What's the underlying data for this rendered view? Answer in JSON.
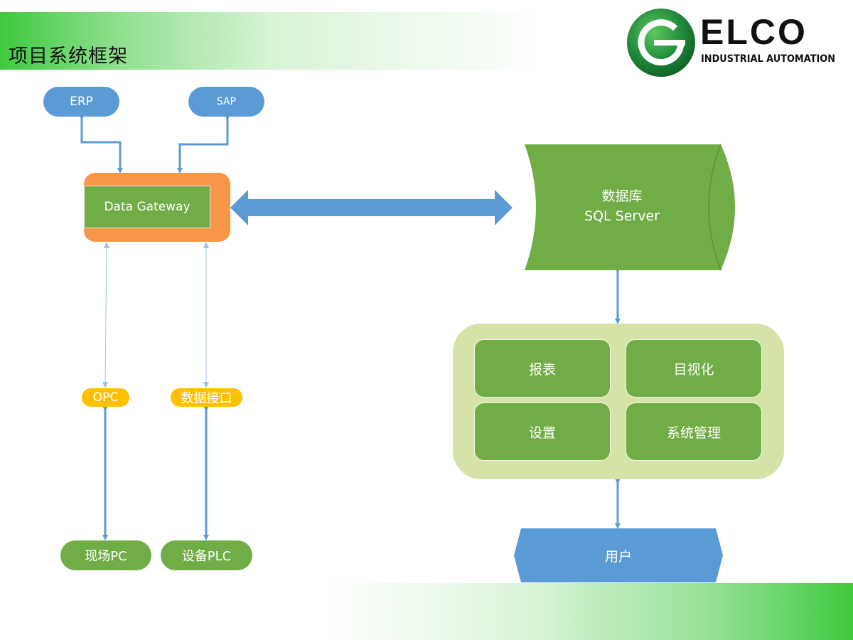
{
  "header": {
    "title": "项目系统框架"
  },
  "logo": {
    "brand": "ELCO",
    "tagline": "INDUSTRIAL AUTOMATION"
  },
  "colors": {
    "blue": "#5b9bd5",
    "green": "#70ad47",
    "orange": "#f79646",
    "yellow": "#ffc000",
    "panel": "#d6e3a8"
  },
  "nodes": {
    "erp": "ERP",
    "sap": "SAP",
    "gateway": "Data Gateway",
    "db_line1": "数据库",
    "db_line2": "SQL Server",
    "opc": "OPC",
    "data_interface": "数据接口",
    "field_pc": "现场PC",
    "device_plc": "设备PLC",
    "report": "报表",
    "visualization": "目视化",
    "settings": "设置",
    "system_management": "系统管理",
    "user": "用户"
  }
}
